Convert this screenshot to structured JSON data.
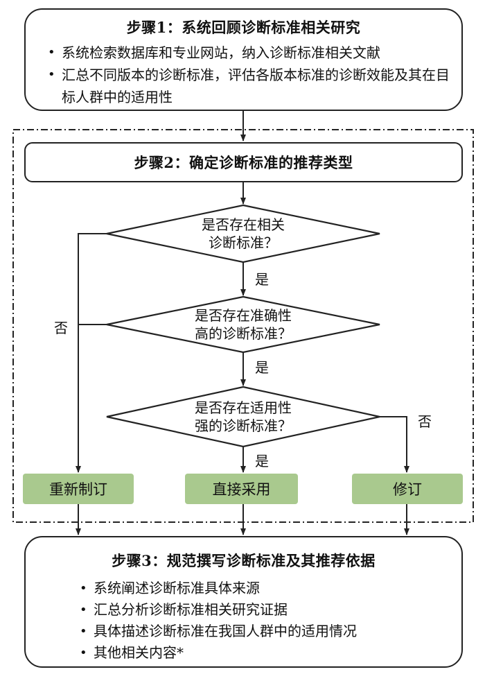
{
  "step1": {
    "title": "步骤1：系统回顾诊断标准相关研究",
    "bullets": [
      "系统检索数据库和专业网站，纳入诊断标准相关文献",
      "汇总不同版本的诊断标准，评估各版本标准的诊断效能及其在目标人群中的适用性"
    ]
  },
  "step2": {
    "title": "步骤2：确定诊断标准的推荐类型",
    "decisions": [
      {
        "line1": "是否存在相关",
        "line2": "诊断标准？"
      },
      {
        "line1": "是否存在准确性",
        "line2": "高的诊断标准？"
      },
      {
        "line1": "是否存在适用性",
        "line2": "强的诊断标准？"
      }
    ],
    "yes_label": "是",
    "no_label": "否",
    "outcomes": [
      "重新制订",
      "直接采用",
      "修订"
    ]
  },
  "step3": {
    "title": "步骤3：规范撰写诊断标准及其推荐依据",
    "bullets": [
      "系统阐述诊断标准具体来源",
      "汇总分析诊断标准相关研究证据",
      "具体描述诊断标准在我国人群中的适用情况",
      "其他相关内容*"
    ]
  },
  "colors": {
    "outcome_fill": "#a9c98e",
    "line": "#222222"
  }
}
